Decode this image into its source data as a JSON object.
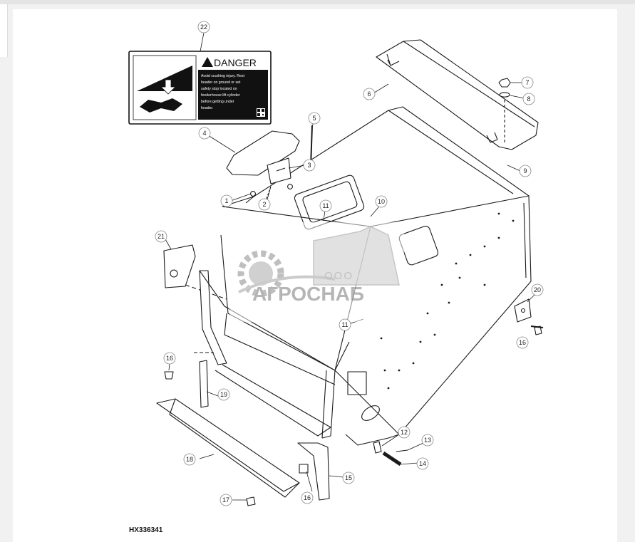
{
  "danger_decal": {
    "heading": "DANGER",
    "body_lines": [
      "Avoid crushing injury. Rest",
      "header on ground or set",
      "safety stop located on",
      "feederhouse lift cylinder",
      "before getting under",
      "header."
    ]
  },
  "watermark": {
    "company_prefix": "ООО",
    "company_name": "АГРОСНАБ"
  },
  "figure_id": "HX336341",
  "callouts": [
    {
      "id": "c22",
      "label": "22"
    },
    {
      "id": "c6",
      "label": "6"
    },
    {
      "id": "c7",
      "label": "7"
    },
    {
      "id": "c8",
      "label": "8"
    },
    {
      "id": "c5",
      "label": "5"
    },
    {
      "id": "c4",
      "label": "4"
    },
    {
      "id": "c3",
      "label": "3"
    },
    {
      "id": "c9",
      "label": "9"
    },
    {
      "id": "c1",
      "label": "1"
    },
    {
      "id": "c2",
      "label": "2"
    },
    {
      "id": "c11a",
      "label": "11"
    },
    {
      "id": "c10",
      "label": "10"
    },
    {
      "id": "c21",
      "label": "21"
    },
    {
      "id": "c20",
      "label": "20"
    },
    {
      "id": "c11b",
      "label": "11"
    },
    {
      "id": "c16a",
      "label": "16"
    },
    {
      "id": "c16b",
      "label": "16"
    },
    {
      "id": "c19",
      "label": "19"
    },
    {
      "id": "c12",
      "label": "12"
    },
    {
      "id": "c13",
      "label": "13"
    },
    {
      "id": "c14",
      "label": "14"
    },
    {
      "id": "c18",
      "label": "18"
    },
    {
      "id": "c15",
      "label": "15"
    },
    {
      "id": "c16c",
      "label": "16"
    },
    {
      "id": "c17",
      "label": "17"
    }
  ]
}
